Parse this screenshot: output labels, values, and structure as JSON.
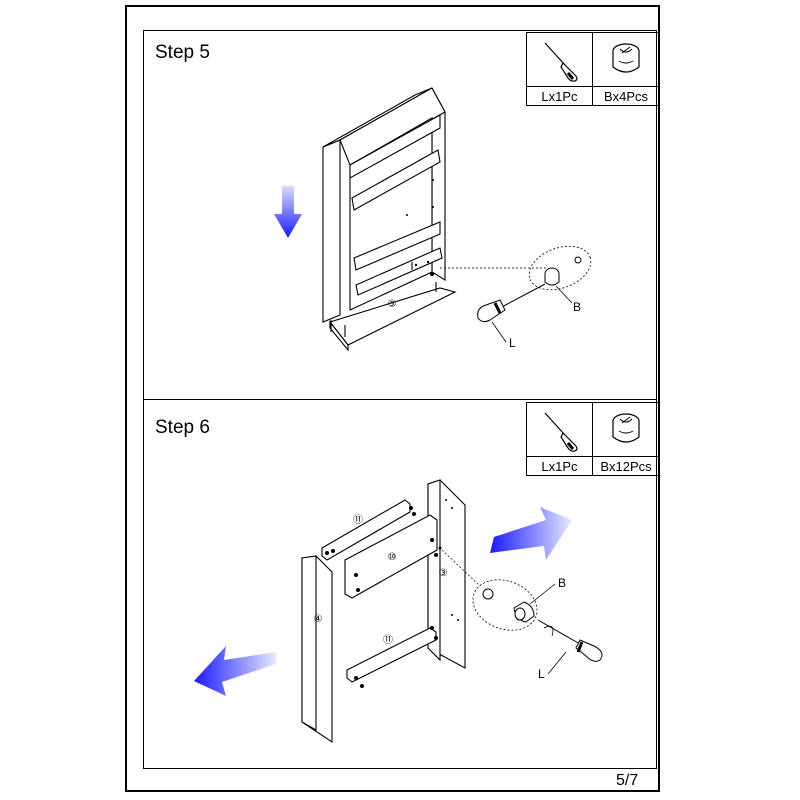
{
  "steps": [
    {
      "title": "Step 5",
      "parts": [
        {
          "icon": "screwdriver-icon",
          "label": "Lx1Pc"
        },
        {
          "icon": "cam-lock-icon",
          "label": "Bx4Pcs"
        }
      ],
      "callouts": {
        "b": "B",
        "l": "L",
        "panel": "⑤"
      }
    },
    {
      "title": "Step 6",
      "parts": [
        {
          "icon": "screwdriver-icon",
          "label": "Lx1Pc"
        },
        {
          "icon": "cam-lock-icon",
          "label": "Bx12Pcs"
        }
      ],
      "callouts": {
        "b": "B",
        "l": "L",
        "panel_11_top": "⑪",
        "panel_10": "⑩",
        "panel_3": "③",
        "panel_4": "④",
        "panel_11_bottom": "⑪"
      }
    }
  ],
  "page": "5/7"
}
